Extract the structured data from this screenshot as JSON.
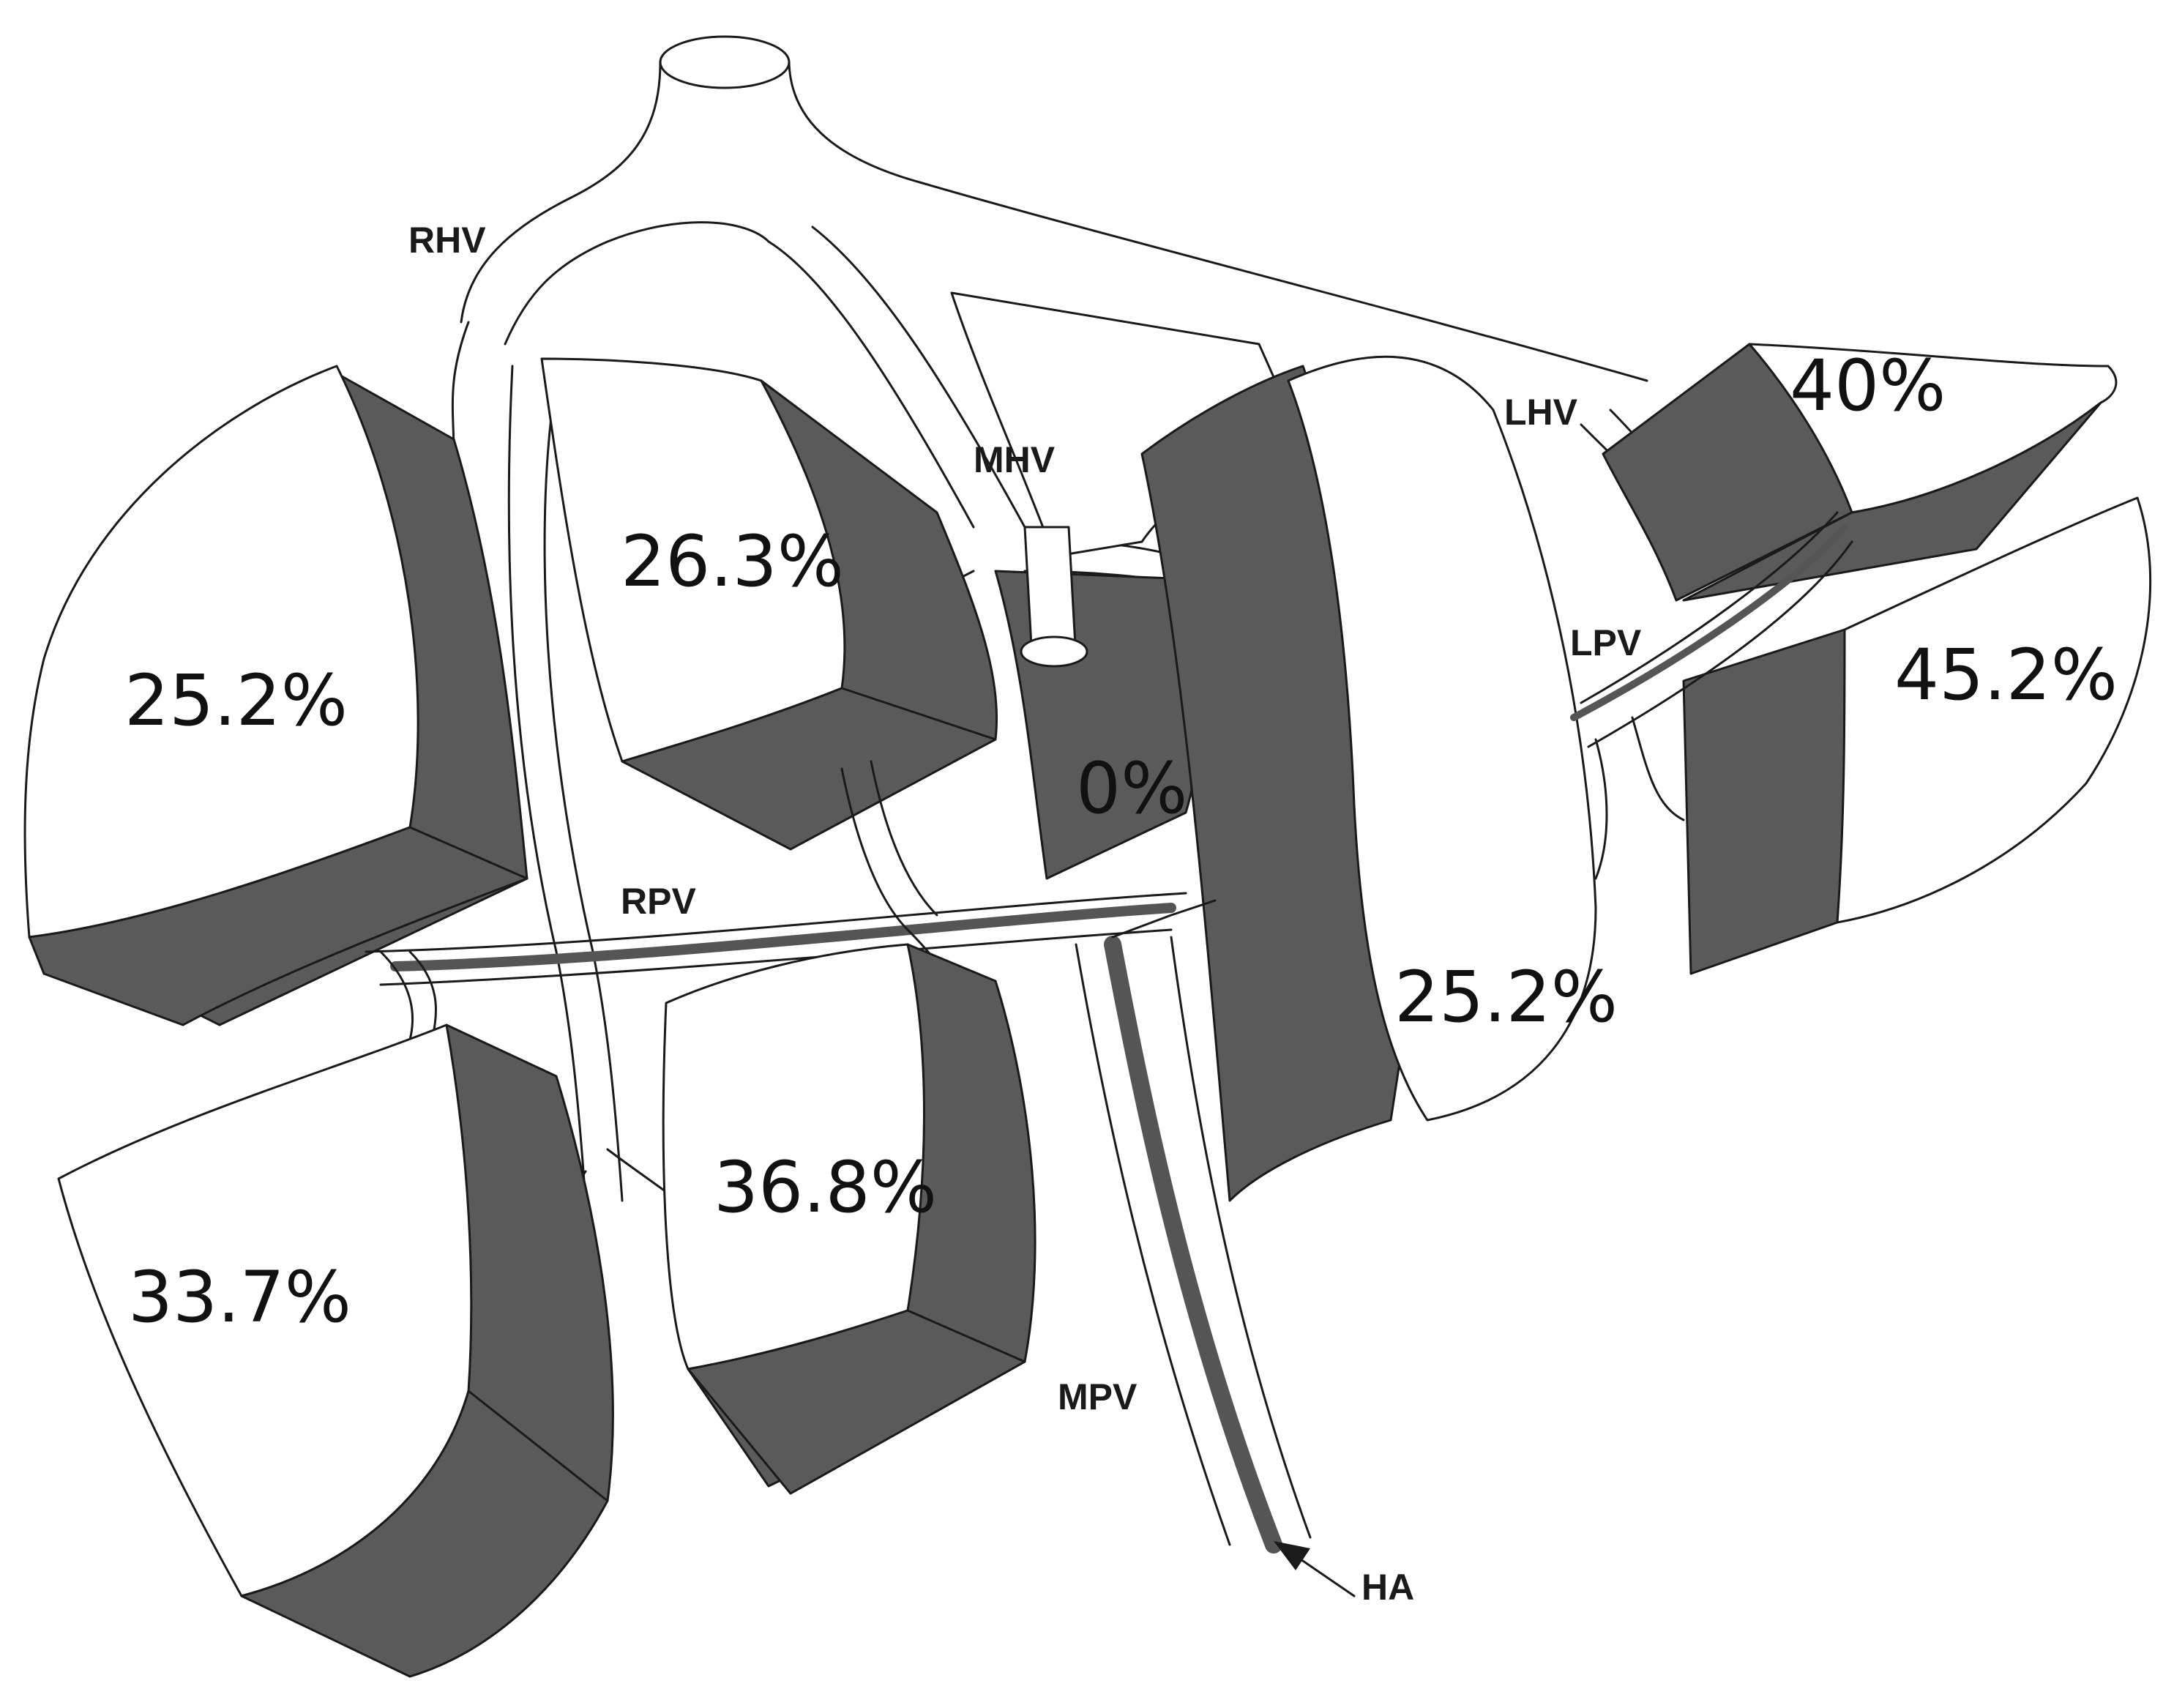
{
  "segments": {
    "seg_right_upper": "25.2%",
    "seg_right_ant_upper": "26.3%",
    "seg_caudate": "0%",
    "seg_medial": "25.2%",
    "seg_left_lateral_upper": "40%",
    "seg_left_lateral_lower": "45.2%",
    "seg_right_lower": "33.7%",
    "seg_right_ant_lower": "36.8%"
  },
  "vessels": {
    "rhv": "RHV",
    "mhv": "MHV",
    "lhv": "LHV",
    "lpv": "LPV",
    "rpv": "RPV",
    "mpv": "MPV",
    "ha": "HA"
  },
  "colors": {
    "segment_face": "#ffffff",
    "segment_side": "#5a5a5a",
    "outline": "#1a1a1a"
  }
}
